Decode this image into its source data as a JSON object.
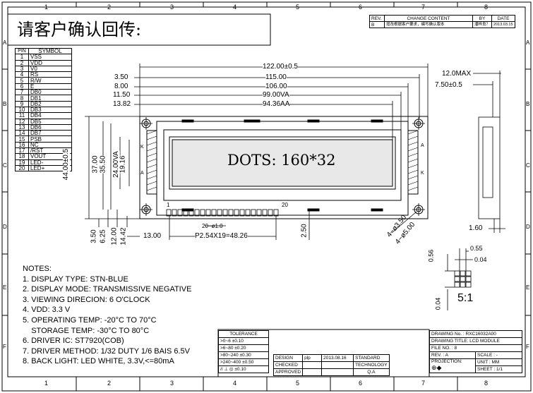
{
  "title": "请客户确认回传:",
  "grid": {
    "columns": [
      "1",
      "2",
      "3",
      "4",
      "5",
      "6",
      "7",
      "8"
    ],
    "rows": [
      "A",
      "B",
      "C",
      "D",
      "E",
      "F"
    ]
  },
  "revision_table": {
    "headers": [
      "REV.",
      "CHANGE CONTENT",
      "BY",
      "DATE"
    ],
    "row": [
      "B",
      "增改根据客户要求，编写确认版本",
      "潘梓良？",
      "2013.03.15"
    ]
  },
  "pins": [
    {
      "n": "PIN",
      "s": "SYMBOL"
    },
    {
      "n": "1",
      "s": "VSS"
    },
    {
      "n": "2",
      "s": "VDD"
    },
    {
      "n": "3",
      "s": "V0"
    },
    {
      "n": "4",
      "s": "RS"
    },
    {
      "n": "5",
      "s": "R/W"
    },
    {
      "n": "6",
      "s": "E"
    },
    {
      "n": "7",
      "s": "DB0"
    },
    {
      "n": "8",
      "s": "DB1"
    },
    {
      "n": "9",
      "s": "DB2"
    },
    {
      "n": "10",
      "s": "DB3"
    },
    {
      "n": "11",
      "s": "DB4"
    },
    {
      "n": "12",
      "s": "DB5"
    },
    {
      "n": "13",
      "s": "DB6"
    },
    {
      "n": "14",
      "s": "DB7"
    },
    {
      "n": "15",
      "s": "PSB"
    },
    {
      "n": "16",
      "s": "NC"
    },
    {
      "n": "17",
      "s": "/RST"
    },
    {
      "n": "18",
      "s": "VOUT"
    },
    {
      "n": "19",
      "s": "LED-"
    },
    {
      "n": "20",
      "s": "LED+"
    }
  ],
  "display_text": "DOTS: 160*32",
  "pin_labels": {
    "first": "1",
    "last": "20",
    "k": "K",
    "a": "A"
  },
  "dims": {
    "top": [
      "122.00±0.5",
      "115.00",
      "106.00",
      "99.00VA",
      "94.36AA"
    ],
    "top_left": [
      "3.50",
      "8.00",
      "11.50",
      "13.82"
    ],
    "left": [
      "44.00±0.5",
      "37.00",
      "35.50",
      "24.00VA",
      "19.16"
    ],
    "bottom": [
      "3.50",
      "6.25",
      "12.00",
      "14.42",
      "13.00",
      "P2.54X19=48.26",
      "2.50"
    ],
    "pinhole": "20−ø1.0",
    "mount": [
      "4−ø3.50",
      "4−ø5.00"
    ],
    "side": [
      "12.0MAX",
      "7.50±0.5",
      "1.60"
    ],
    "dot": [
      "0.56",
      "0.55",
      "0.04",
      "0.04"
    ],
    "scale": "5:1"
  },
  "notes": {
    "title": "NOTES:",
    "lines": [
      "1. DISPLAY TYPE: STN-BLUE",
      "2. DISPLAY MODE: TRANSMISSIVE NEGATIVE",
      "3. VIEWING DIRECION:   6 O'CLOCK",
      "4. VDD: 3.3 V",
      "5. OPERATING TEMP: -20°C TO 70°C",
      "    STORAGE TEMP: -30°C TO 80°C",
      "6. DRIVER IC:  ST7920(COB)",
      "7. DRIVER METHOD: 1/32 DUTY   1/6 BAIS 6.5V",
      "8. BACK LIGHT: LED WHITE, 3.3V,<=80mA"
    ]
  },
  "tolerance": {
    "header": "TOLERANCE",
    "rows": [
      ">0~6   ±0.10",
      ">6~80 ±0.20",
      ">80~240 ±0.30",
      ">240~400 ±0.50",
      "// ⊥ ◎ ±0.10"
    ]
  },
  "sign": {
    "labels": [
      "DESIGN",
      "CHECKED",
      "APPROVED"
    ],
    "design_by": "plp",
    "design_date": "2013.08.16",
    "stages": [
      "STANDARD",
      "TECHNOLOGY",
      "Q.A"
    ]
  },
  "title_block": {
    "drawing_no": "DRAWING  No. :",
    "drawing_no_val": "RXC16032A00",
    "drawing_title": "DRAWING TITLE: LCD MODULE",
    "file_no": "FILE  NO. : 8",
    "rev": "REV. : A",
    "scale": "SCALE : -",
    "projection": "PROJECTION:",
    "unit": "UNIT : MM",
    "sheet": "SHEET : 1/1"
  }
}
